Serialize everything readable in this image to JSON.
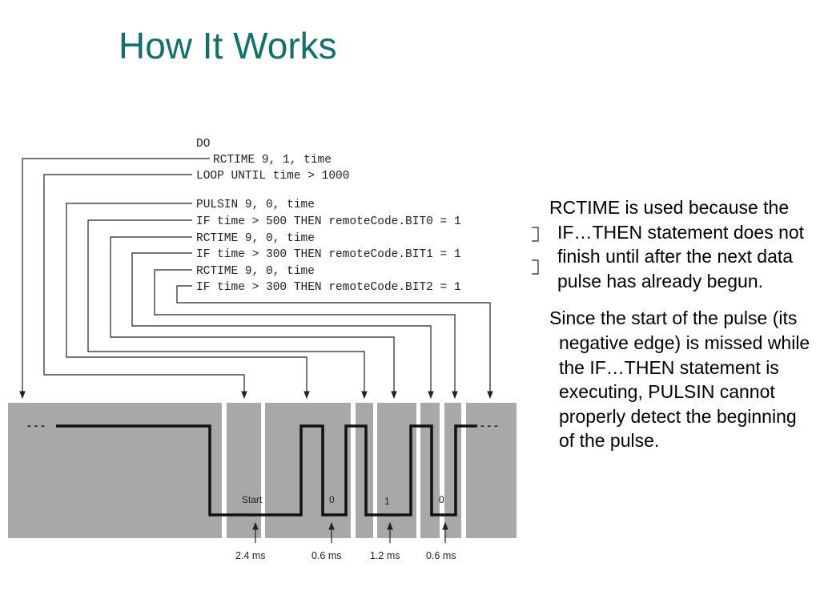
{
  "title": "How It Works",
  "code_lines": [
    "DO",
    "RCTIME 9, 1, time",
    "LOOP UNTIL time > 1000",
    "PULSIN 9, 0, time",
    "IF time > 500 THEN remoteCode.BIT0 = 1",
    "RCTIME 9, 0, time",
    "IF time > 300 THEN remoteCode.BIT1 = 1",
    "RCTIME 9, 0, time",
    "IF time > 300 THEN remoteCode.BIT2 = 1"
  ],
  "pulse_labels": [
    "Start",
    "0",
    "1",
    "0"
  ],
  "dashes": "- - -",
  "time_labels": [
    "2.4 ms",
    "0.6 ms",
    "1.2 ms",
    "0.6 ms"
  ],
  "paragraphs": [
    "RCTIME is used because the IF…THEN statement does not finish until after the next data pulse has already begun.",
    "Since the start of the pulse (its negative edge) is missed while the IF…THEN statement is executing, PULSIN cannot properly detect the beginning of the pulse."
  ],
  "colors": {
    "title": "#11706a",
    "band": "#a8a8a8"
  }
}
